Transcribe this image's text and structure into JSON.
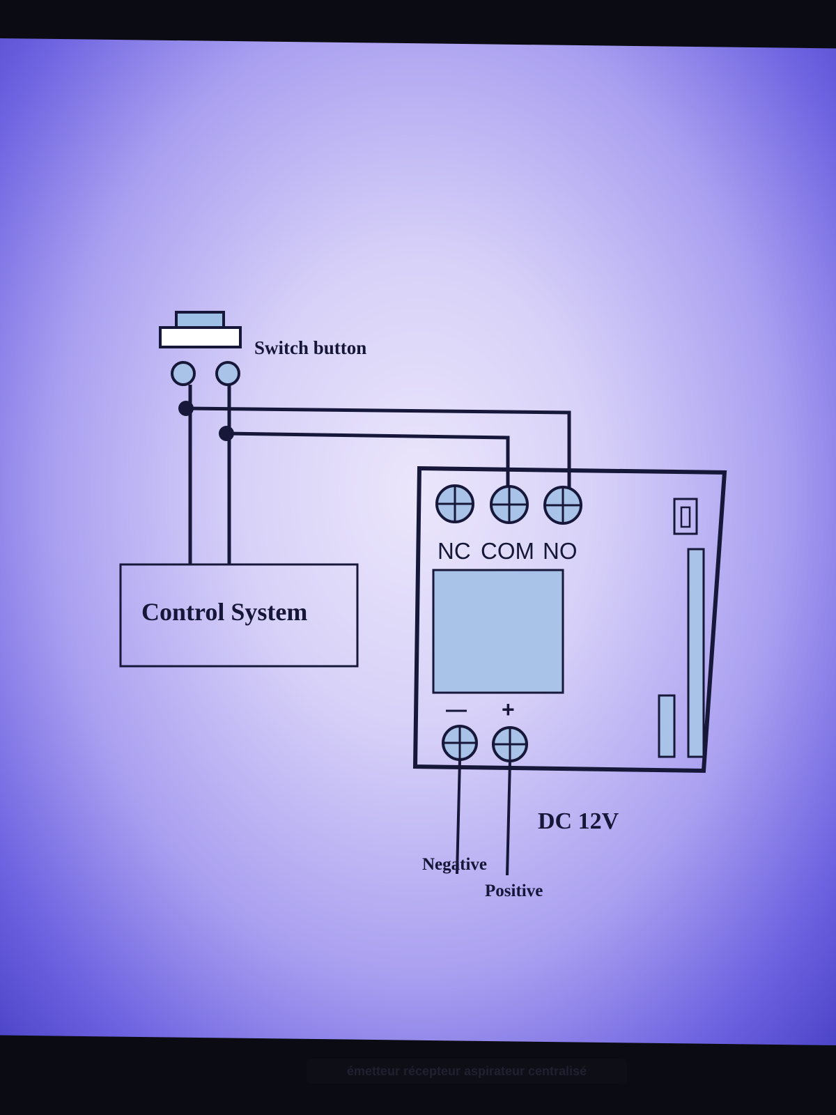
{
  "diagram": {
    "switch_label": "Switch button",
    "control_label": "Control System",
    "terminals": {
      "nc": "NC",
      "com": "COM",
      "no": "NO"
    },
    "power": {
      "minus": "—",
      "plus": "+",
      "voltage": "DC 12V",
      "negative": "Negative",
      "positive": "Positive"
    }
  },
  "caption": "émetteur récepteur aspirateur centralisé",
  "colors": {
    "line": "#17173a",
    "module_fill": "#a9c3e8",
    "background": "#d7d1f8"
  }
}
